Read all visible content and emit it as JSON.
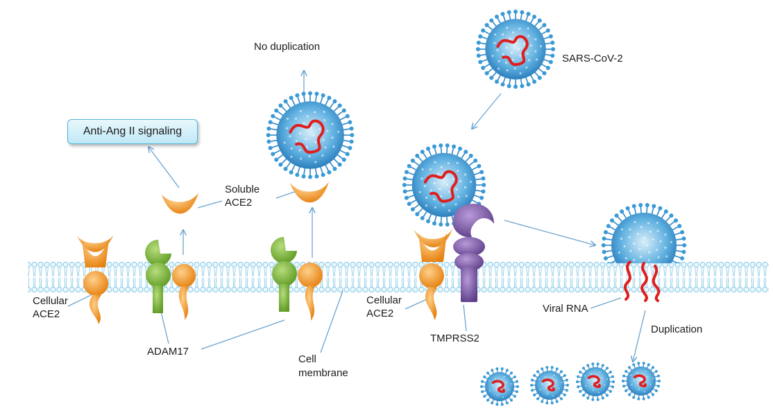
{
  "labels": {
    "no_duplication": "No duplication",
    "sars_cov_2": "SARS-CoV-2",
    "anti_ang": "Anti-Ang II signaling",
    "soluble_ace2_l1": "Soluble",
    "soluble_ace2_l2": "ACE2",
    "cellular_ace2_left_l1": "Cellular",
    "cellular_ace2_left_l2": "ACE2",
    "cellular_ace2_right_l1": "Cellular",
    "cellular_ace2_right_l2": "ACE2",
    "adam17": "ADAM17",
    "cell_membrane_l1": "Cell",
    "cell_membrane_l2": "membrane",
    "tmprss2": "TMPRSS2",
    "viral_rna": "Viral RNA",
    "duplication": "Duplication"
  },
  "colors": {
    "ace2": "#f39019",
    "adam17": "#7bb33a",
    "tmprss2": "#7e5aa6",
    "virus": "#2f86c3",
    "rna": "#e01d1d",
    "membrane": "#9ad4ea",
    "arrow": "#6aa3cf"
  }
}
